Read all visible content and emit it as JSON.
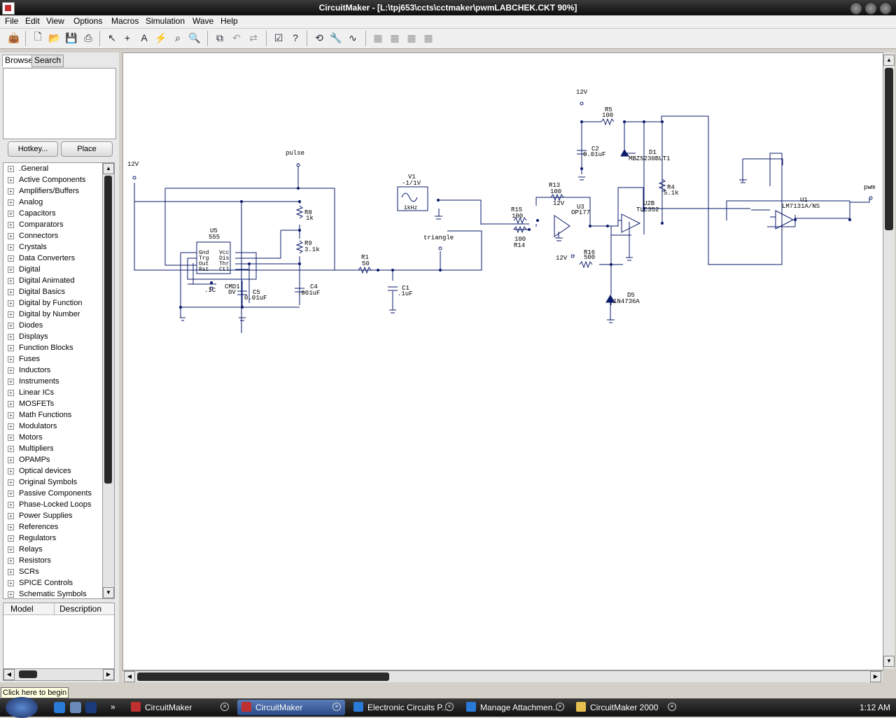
{
  "window": {
    "title": "CircuitMaker - [L:\\tpj653\\ccts\\cctmaker\\pwmLABCHEK.CKT 90%]",
    "app_icon": "circuitmaker-icon"
  },
  "menu": [
    "File",
    "Edit",
    "View",
    "Options",
    "Macros",
    "Simulation",
    "Wave",
    "Help"
  ],
  "toolbar": {
    "buttons": [
      "bag-icon",
      "new-file-icon",
      "open-folder-icon",
      "save-icon",
      "print-icon",
      "arrow-pointer-icon",
      "wire-plus-icon",
      "text-tool-icon",
      "probe-lightning-icon",
      "probe-icon",
      "zoom-icon",
      "zoom-fit-icon",
      "rotate-icon",
      "mirror-icon",
      "checklist-icon",
      "help-question-icon",
      "undo-icon",
      "tool-icon",
      "wave-run-icon",
      "align-1-icon",
      "align-2-icon",
      "align-3-icon",
      "align-4-icon"
    ]
  },
  "sidebar": {
    "tabs": [
      "Browse",
      "Search"
    ],
    "hotkey_label": "Hotkey...",
    "place_label": "Place",
    "library": [
      ".General",
      "Active Components",
      "Amplifiers/Buffers",
      "Analog",
      "Capacitors",
      "Comparators",
      "Connectors",
      "Crystals",
      "Data Converters",
      "Digital",
      "Digital Animated",
      "Digital Basics",
      "Digital by Function",
      "Digital by Number",
      "Diodes",
      "Displays",
      "Function Blocks",
      "Fuses",
      "Inductors",
      "Instruments",
      "Linear ICs",
      "MOSFETs",
      "Math Functions",
      "Modulators",
      "Motors",
      "Multipliers",
      "OPAMPs",
      "Optical devices",
      "Original Symbols",
      "Passive Components",
      "Phase-Locked Loops",
      "Power Supplies",
      "References",
      "Regulators",
      "Relays",
      "Resistors",
      "SCRs",
      "SPICE Controls",
      "Schematic Symbols"
    ],
    "model_columns": [
      "Model",
      "Description"
    ]
  },
  "schematic": {
    "labels": {
      "v12a": "12V",
      "pulse": "pulse",
      "r8": "R8",
      "r8v": "1k",
      "r9": "R9",
      "r9v": "3.1k",
      "u5": "U5",
      "u5v": "555",
      "pin_gnd": "Gnd",
      "pin_trg": "Trg",
      "pin_out": "Out",
      "pin_rst": "Rst",
      "pin_vcc": "Vcc",
      "pin_dis": "Dis",
      "pin_thr": "Thr",
      "pin_ctl": "Ctl",
      "cmd1": "CMD1",
      "cmd1v": "0V",
      "ic": ".IC",
      "c5": "C5",
      "c5v": "0.01uF",
      "c4": "C4",
      "c4v": ".001uF",
      "r1": "R1",
      "r1v": "50",
      "c1": "C1",
      "c1v": ".1uF",
      "triangle": "triangle",
      "v1": "V1",
      "v1v": "-1/1V",
      "v1f": "1kHz",
      "r15": "R15",
      "r15v": "100",
      "r14": "R14",
      "r14v": "100",
      "r13": "R13",
      "r13v": "100",
      "u3v12": "12V",
      "u3": "U3",
      "u3v": "OP177",
      "r16": "R16",
      "r16v": "500",
      "v12c": "12V",
      "d5": "D5",
      "d5v": "1N4736A",
      "v12b": "12V",
      "r5": "R5",
      "r5v": "100",
      "c2": "C2",
      "c2v": "0.01uF",
      "d1": "D1",
      "d1v": "MBZ5230BLT1",
      "u2b": "U2B",
      "u2bv": "TLC352",
      "r4": "R4",
      "r4v": "5.1k",
      "u1": "U1",
      "u1v": "LM7131A/NS",
      "pwm": "pwm"
    }
  },
  "statusbar": {
    "hint": "Click here to begin"
  },
  "taskbar": {
    "items": [
      {
        "label": "CircuitMaker",
        "icon_color": "#c03030",
        "active": false
      },
      {
        "label": "CircuitMaker",
        "icon_color": "#c03030",
        "active": true
      },
      {
        "label": "Electronic Circuits P...",
        "icon_color": "#2a7ad8",
        "active": false
      },
      {
        "label": "Manage Attachmen...",
        "icon_color": "#2a7ad8",
        "active": false
      },
      {
        "label": "CircuitMaker 2000",
        "icon_color": "#e8c050",
        "active": false
      }
    ],
    "clock": "1:12 AM"
  }
}
